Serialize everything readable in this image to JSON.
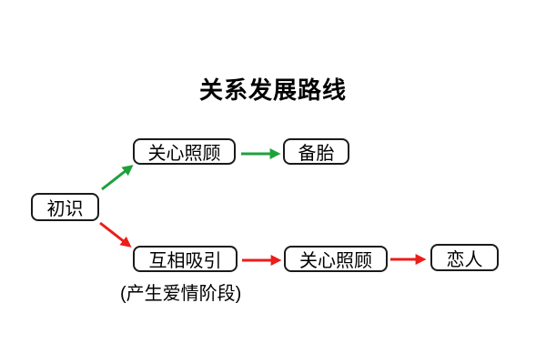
{
  "title": "关系发展路线",
  "caption": "(产生爱情阶段)",
  "nodes": [
    {
      "id": "initial",
      "label": "初识"
    },
    {
      "id": "care-top",
      "label": "关心照顾"
    },
    {
      "id": "backup",
      "label": "备胎"
    },
    {
      "id": "attract",
      "label": "互相吸引"
    },
    {
      "id": "care-bottom",
      "label": "关心照顾"
    },
    {
      "id": "lover",
      "label": "恋人"
    }
  ],
  "edges": [
    {
      "from": "初识",
      "to": "关心照顾",
      "color": "green"
    },
    {
      "from": "关心照顾",
      "to": "备胎",
      "color": "green"
    },
    {
      "from": "初识",
      "to": "互相吸引",
      "color": "red"
    },
    {
      "from": "互相吸引",
      "to": "关心照顾",
      "color": "red"
    },
    {
      "from": "关心照顾",
      "to": "恋人",
      "color": "red"
    }
  ],
  "colors": {
    "green": "#1ea13c",
    "red": "#eb1e19",
    "border": "#1a1a1a",
    "text": "#000000",
    "background": "#ffffff"
  }
}
